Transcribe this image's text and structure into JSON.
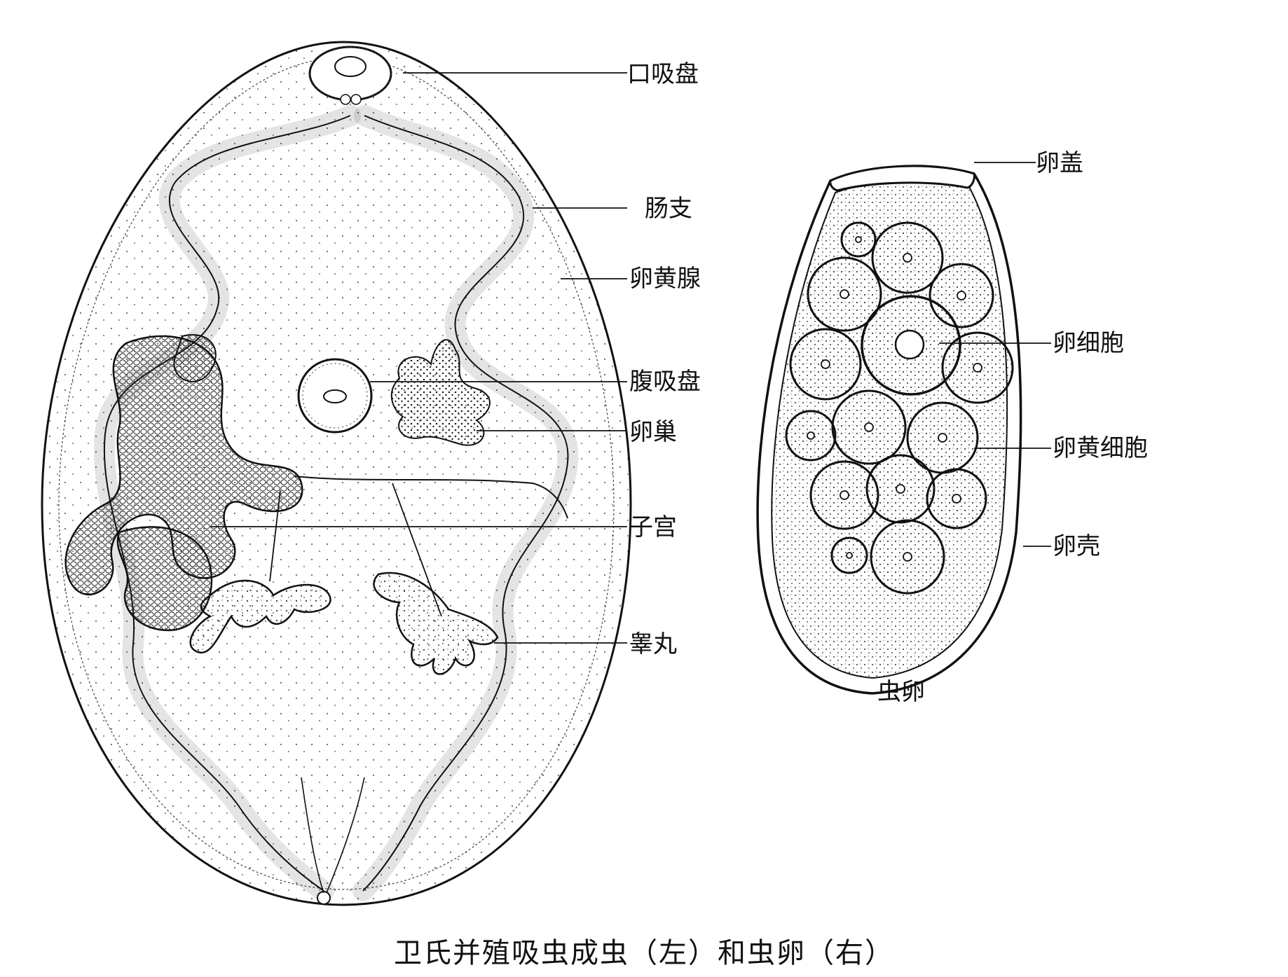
{
  "labels": {
    "oral_sucker": "口吸盘",
    "intestinal_branch": "肠支",
    "vitellaria": "卵黄腺",
    "ventral_sucker": "腹吸盘",
    "ovary": "卵巢",
    "uterus": "子宫",
    "testis": "睾丸",
    "operculum": "卵盖",
    "ovum_cell": "卵细胞",
    "vitelline_cell": "卵黄细胞",
    "egg_shell": "卵壳",
    "egg": "虫卵"
  },
  "caption": "卫氏并殖吸虫成虫（左）和虫卵（右）"
}
